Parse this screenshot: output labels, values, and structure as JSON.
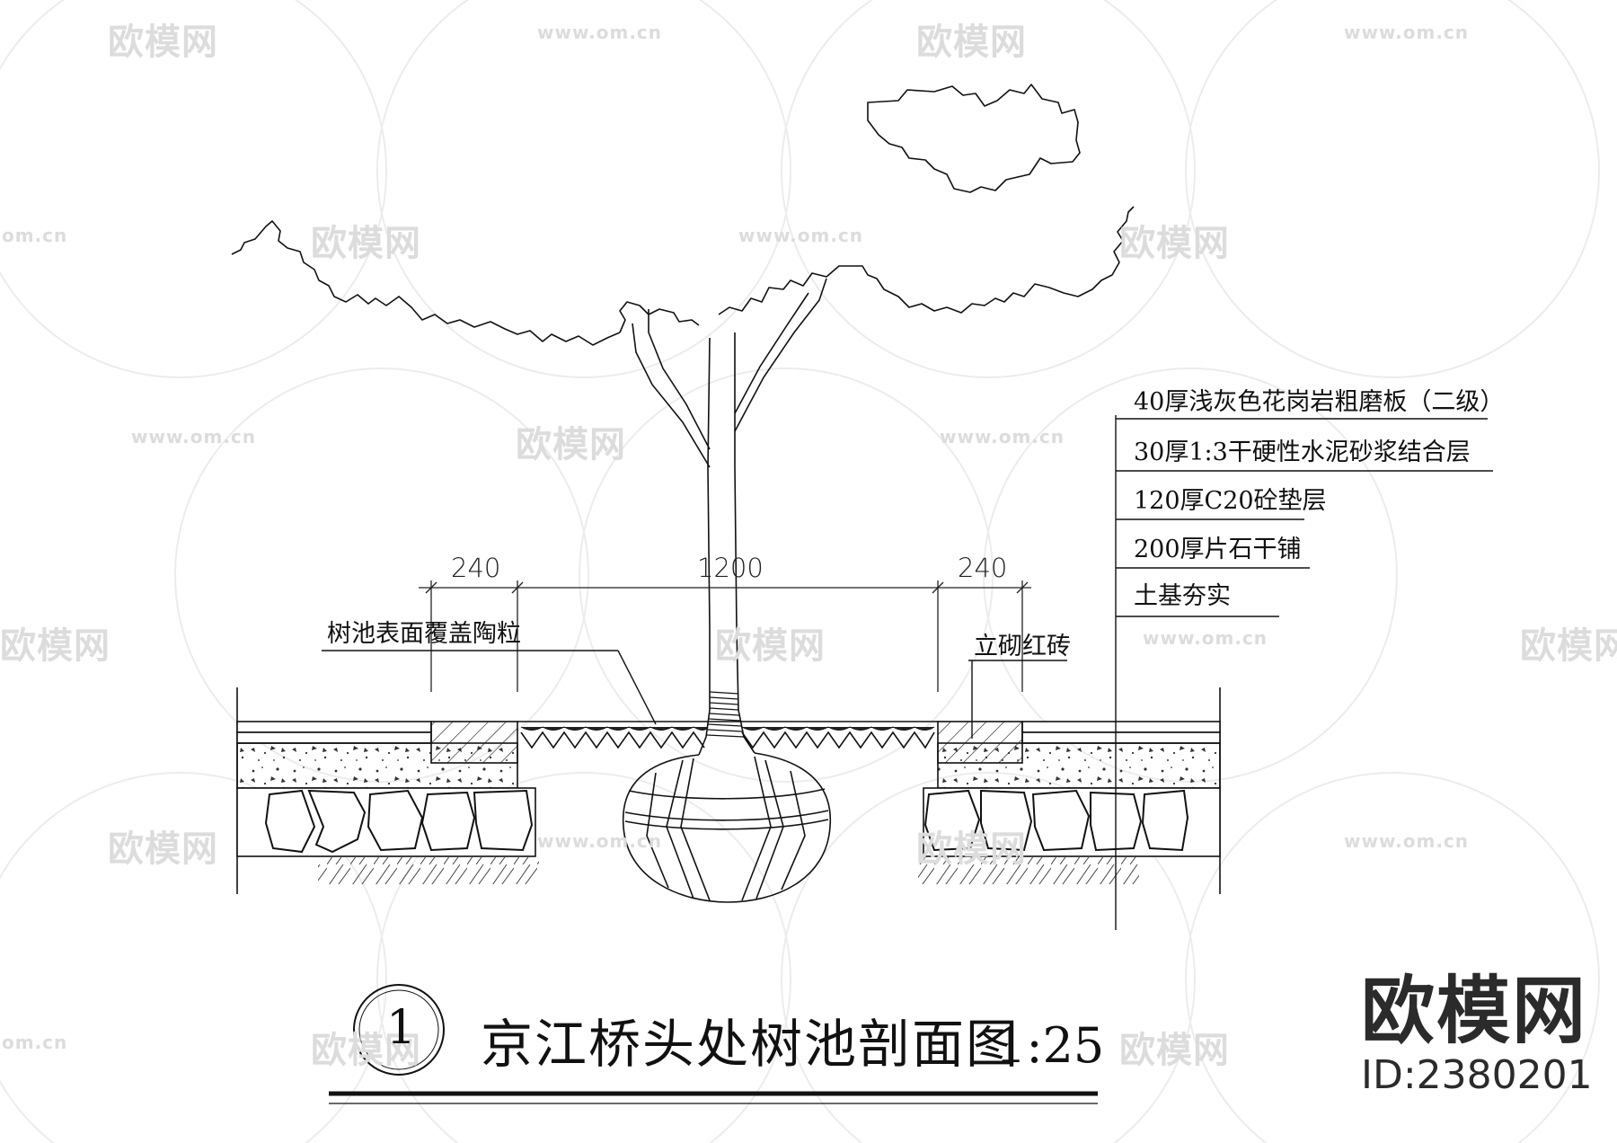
{
  "watermark": {
    "brand": "欧模网",
    "url": "www.om.cn",
    "url_fragment": "om.cn"
  },
  "layers": [
    "40厚浅灰色花岗岩粗磨板（二级）",
    "30厚1:3干硬性水泥砂浆结合层",
    "120厚C20砼垫层",
    "200厚片石干铺",
    "土基夯实"
  ],
  "callouts": {
    "pit_cover": "树池表面覆盖陶粒",
    "red_brick": "立砌红砖"
  },
  "dimensions": {
    "left": "240",
    "middle": "1200",
    "right": "240"
  },
  "title": {
    "number": "1",
    "text": "京江桥头处树池剖面图",
    "scale": "1:25"
  },
  "brand": {
    "name": "欧模网",
    "id": "ID:2380201"
  }
}
